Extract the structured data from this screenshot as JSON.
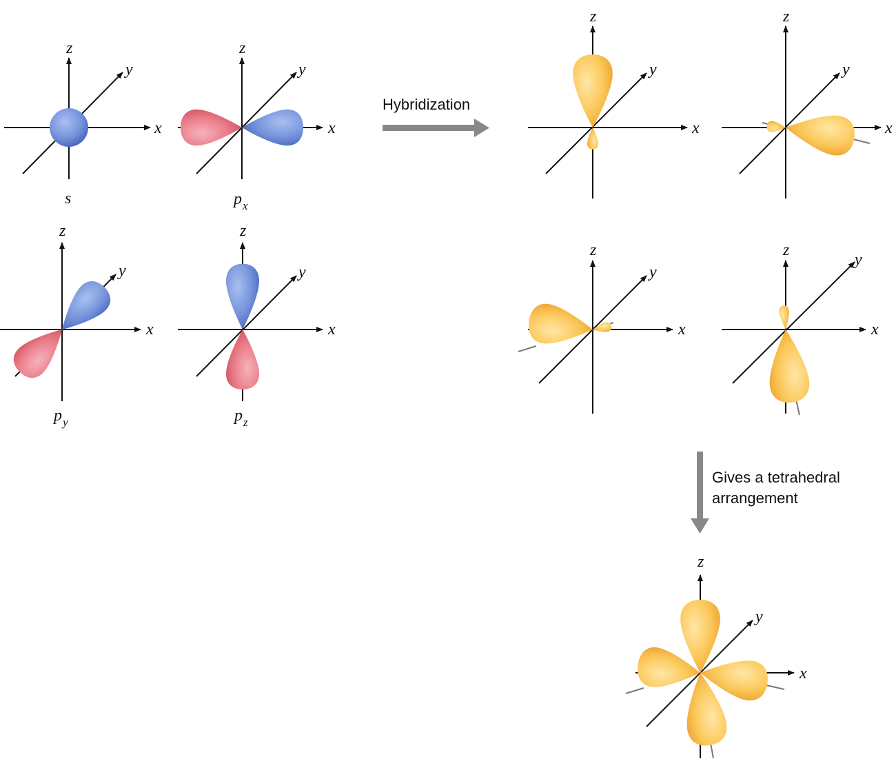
{
  "colors": {
    "axis": "#111111",
    "arrow": "#888888",
    "p_positive": "#5b7fd0",
    "p_negative": "#e06a76",
    "hybrid": "#f6b73e"
  },
  "arrows": {
    "hybridization_label": "Hybridization",
    "tetrahedral_label_line1": "Gives a tetrahedral",
    "tetrahedral_label_line2": "arrangement"
  },
  "axis_labels": {
    "x": "x",
    "y": "y",
    "z": "z"
  },
  "atomic_orbitals": [
    {
      "id": "s",
      "label": "s",
      "subscript": ""
    },
    {
      "id": "px",
      "label": "p",
      "subscript": "x"
    },
    {
      "id": "py",
      "label": "p",
      "subscript": "y"
    },
    {
      "id": "pz",
      "label": "p",
      "subscript": "z"
    }
  ],
  "hybrid_orbital_count": 4
}
